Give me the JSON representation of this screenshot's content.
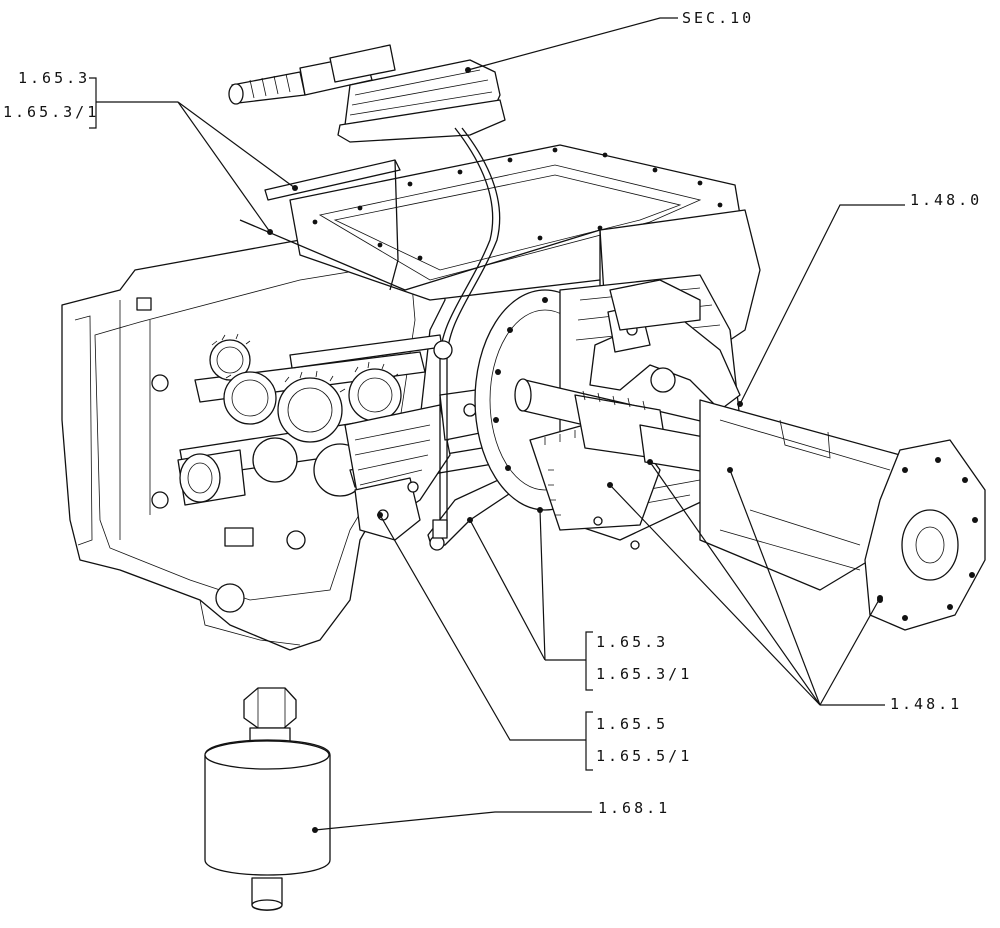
{
  "callouts": {
    "sec10": "SEC.10",
    "c1653_top_a": "1.65.3",
    "c1653_top_b": "1.65.3/1",
    "c1480": "1.48.0",
    "c1481": "1.48.1",
    "c1653_mid_a": "1.65.3",
    "c1653_mid_b": "1.65.3/1",
    "c1655_a": "1.65.5",
    "c1655_b": "1.65.5/1",
    "c1681": "1.68.1"
  }
}
